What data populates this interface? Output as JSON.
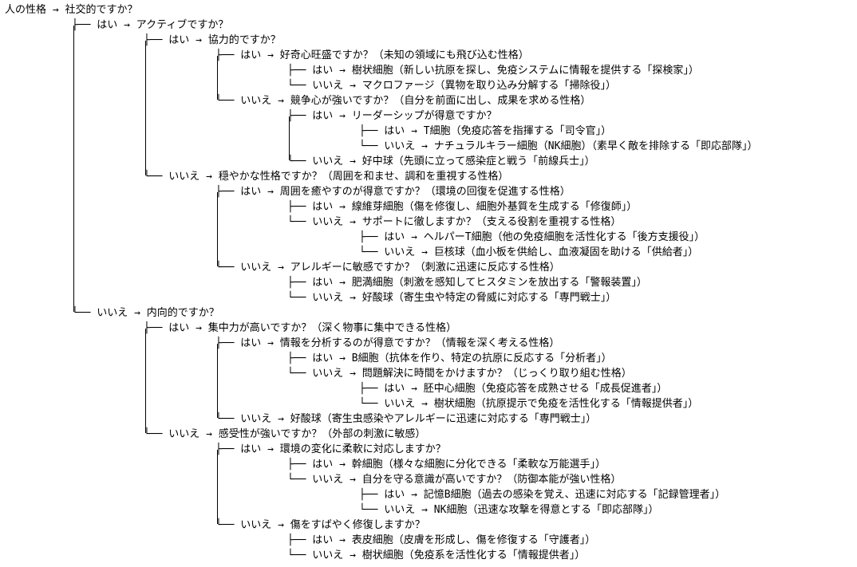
{
  "tree": {
    "lines": [
      {
        "indent": 0,
        "text": "人の性格 → 社交的ですか？"
      },
      {
        "indent": 1,
        "branch": "├──",
        "text": "はい → アクティブですか？"
      },
      {
        "indent": 2,
        "branch": "├──",
        "text": "はい → 協力的ですか？"
      },
      {
        "indent": 3,
        "branch": "├──",
        "text": "はい → 好奇心旺盛ですか？（未知の領域にも飛び込む性格）"
      },
      {
        "indent": 4,
        "branch": "├──",
        "text": "はい → 樹状細胞（新しい抗原を探し、免疫システムに情報を提供する「探検家」）"
      },
      {
        "indent": 4,
        "branch": "└──",
        "text": "いいえ → マクロファージ（異物を取り込み分解する「掃除役」）"
      },
      {
        "indent": 3,
        "branch": "└──",
        "text": "いいえ → 競争心が強いですか？（自分を前面に出し、成果を求める性格）"
      },
      {
        "indent": 4,
        "branch": "├──",
        "text": "はい → リーダーシップが得意ですか？"
      },
      {
        "indent": 5,
        "branch": "├──",
        "text": "はい → T細胞（免疫応答を指揮する「司令官」）"
      },
      {
        "indent": 5,
        "branch": "└──",
        "text": "いいえ → ナチュラルキラー細胞（NK細胞）（素早く敵を排除する「即応部隊」）"
      },
      {
        "indent": 4,
        "branch": "└──",
        "text": "いいえ → 好中球（先頭に立って感染症と戦う「前線兵士」）"
      },
      {
        "indent": 2,
        "branch": "└──",
        "text": "いいえ → 穏やかな性格ですか？（周囲を和ませ、調和を重視する性格）"
      },
      {
        "indent": 3,
        "branch": "├──",
        "text": "はい → 周囲を癒やすのが得意ですか？（環境の回復を促進する性格）"
      },
      {
        "indent": 4,
        "branch": "├──",
        "text": "はい → 線維芽細胞（傷を修復し、細胞外基質を生成する「修復師」）"
      },
      {
        "indent": 4,
        "branch": "└──",
        "text": "いいえ → サポートに徹しますか？（支える役割を重視する性格）"
      },
      {
        "indent": 5,
        "branch": "├──",
        "text": "はい → ヘルパーT細胞（他の免疫細胞を活性化する「後方支援役」）"
      },
      {
        "indent": 5,
        "branch": "└──",
        "text": "いいえ → 巨核球（血小板を供給し、血液凝固を助ける「供給者」）"
      },
      {
        "indent": 3,
        "branch": "└──",
        "text": "いいえ → アレルギーに敏感ですか？（刺激に迅速に反応する性格）"
      },
      {
        "indent": 4,
        "branch": "├──",
        "text": "はい → 肥満細胞（刺激を感知してヒスタミンを放出する「警報装置」）"
      },
      {
        "indent": 4,
        "branch": "└──",
        "text": "いいえ → 好酸球（寄生虫や特定の脅威に対応する「専門戦士」）"
      },
      {
        "indent": 1,
        "branch": "└──",
        "text": "いいえ → 内向的ですか？"
      },
      {
        "indent": 2,
        "branch": "├──",
        "text": "はい → 集中力が高いですか？（深く物事に集中できる性格）"
      },
      {
        "indent": 3,
        "branch": "├──",
        "text": "はい → 情報を分析するのが得意ですか？（情報を深く考える性格）"
      },
      {
        "indent": 4,
        "branch": "├──",
        "text": "はい → B細胞（抗体を作り、特定の抗原に反応する「分析者」）"
      },
      {
        "indent": 4,
        "branch": "└──",
        "text": "いいえ → 問題解決に時間をかけますか？（じっくり取り組む性格）"
      },
      {
        "indent": 5,
        "branch": "├──",
        "text": "はい → 胚中心細胞（免疫応答を成熟させる「成長促進者」）"
      },
      {
        "indent": 5,
        "branch": "└──",
        "text": "いいえ → 樹状細胞（抗原提示で免疫を活性化する「情報提供者」）"
      },
      {
        "indent": 3,
        "branch": "└──",
        "text": "いいえ → 好酸球（寄生虫感染やアレルギーに迅速に対応する「専門戦士」）"
      },
      {
        "indent": 2,
        "branch": "└──",
        "text": "いいえ → 感受性が強いですか？（外部の刺激に敏感）"
      },
      {
        "indent": 3,
        "branch": "├──",
        "text": "はい → 環境の変化に柔軟に対応しますか？"
      },
      {
        "indent": 4,
        "branch": "├──",
        "text": "はい → 幹細胞（様々な細胞に分化できる「柔軟な万能選手」）"
      },
      {
        "indent": 4,
        "branch": "└──",
        "text": "いいえ → 自分を守る意識が高いですか？（防御本能が強い性格）"
      },
      {
        "indent": 5,
        "branch": "├──",
        "text": "はい → 記憶B細胞（過去の感染を覚え、迅速に対応する「記録管理者」）"
      },
      {
        "indent": 5,
        "branch": "└──",
        "text": "いいえ → NK細胞（迅速な攻撃を得意とする「即応部隊」）"
      },
      {
        "indent": 3,
        "branch": "└──",
        "text": "いいえ → 傷をすばやく修復しますか？"
      },
      {
        "indent": 4,
        "branch": "├──",
        "text": "はい → 表皮細胞（皮膚を形成し、傷を修復する「守護者」）"
      },
      {
        "indent": 4,
        "branch": "└──",
        "text": "いいえ → 樹状細胞（免疫系を活性化する「情報提供者」）"
      }
    ]
  }
}
